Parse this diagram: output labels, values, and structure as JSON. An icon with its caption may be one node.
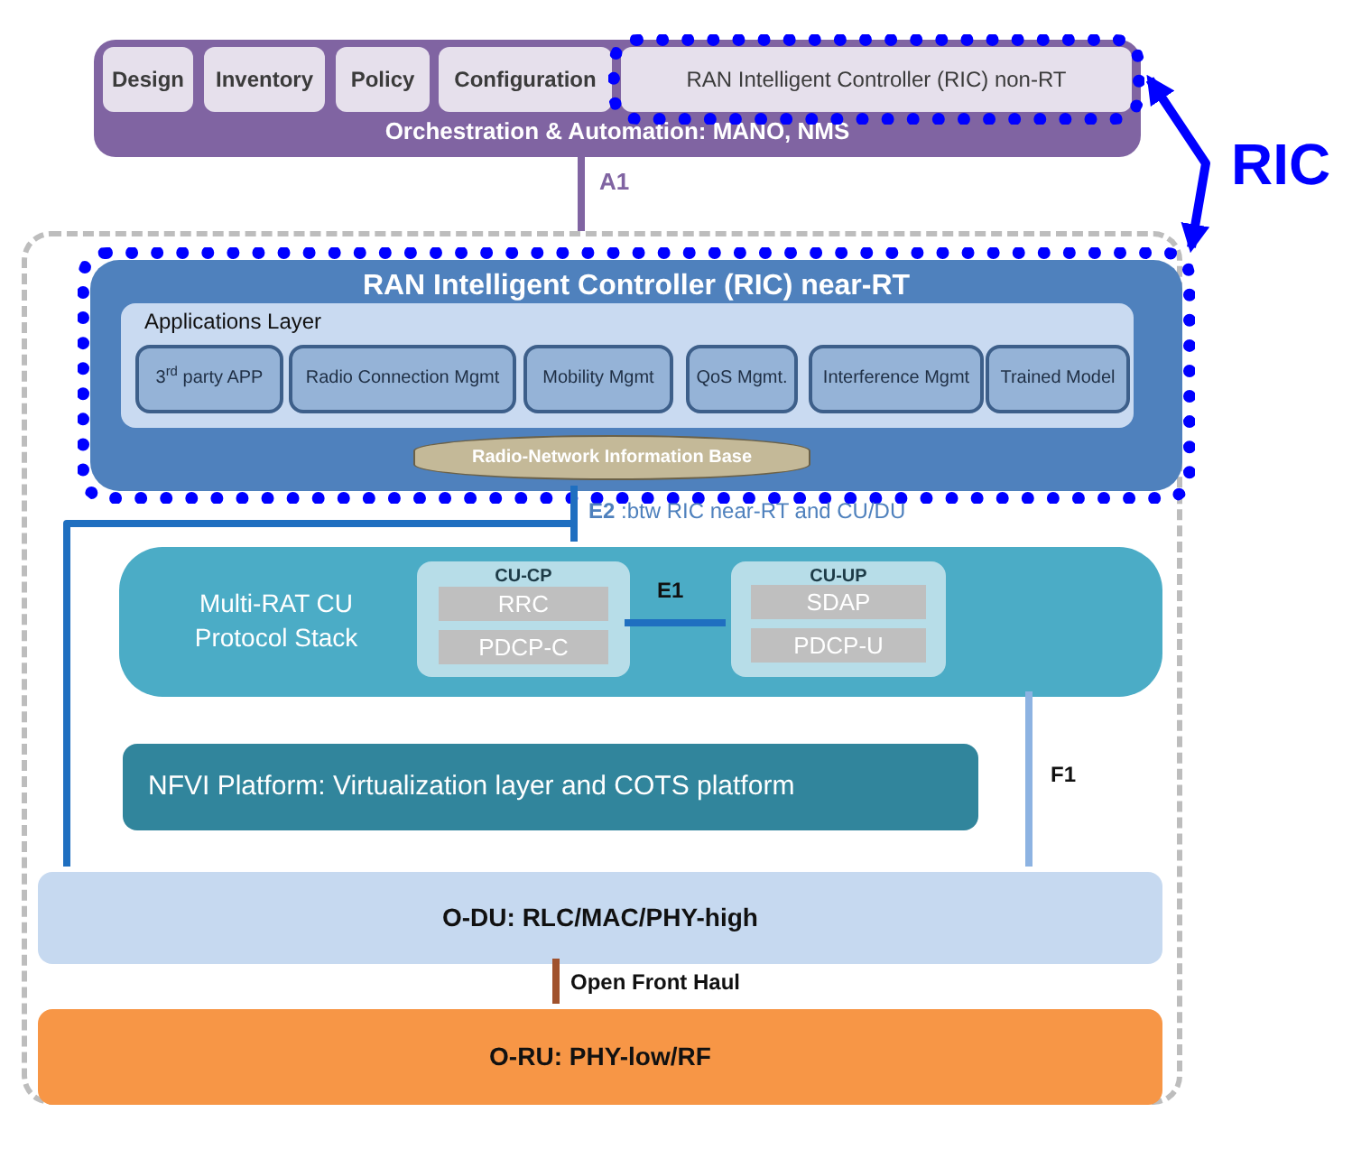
{
  "diagram": {
    "nodes": [
      {
        "text": [
          "Orchestration & Automation: MANO, NMS"
        ]
      },
      {
        "text": [
          "Design"
        ],
        "in": 0
      },
      {
        "text": [
          "Inventory"
        ],
        "in": 0
      },
      {
        "text": [
          "Policy"
        ],
        "in": 0
      },
      {
        "text": [
          "Configuration"
        ],
        "in": 0
      },
      {
        "text": [
          "RAN Intelligent Controller (RIC) non-RT"
        ],
        "in": 0
      },
      {
        "text": [],
        "shape": "box"
      },
      {
        "text": [
          "RAN Intelligent Controller (RIC) near-RT"
        ],
        "in": 6
      },
      {
        "text": [
          "Applications Layer"
        ],
        "in": 7
      },
      {
        "text": [
          "3$^{rd}$ party APP"
        ],
        "in": 8
      },
      {
        "text": [
          "Radio Connection Mgmt"
        ],
        "in": 8
      },
      {
        "text": [
          "Mobility Mgmt"
        ],
        "in": 8
      },
      {
        "text": [
          "QoS Mgmt."
        ],
        "in": 8
      },
      {
        "text": [
          "Interference Mgmt"
        ],
        "in": 8
      },
      {
        "text": [
          "Trained Model"
        ],
        "in": 8
      },
      {
        "text": [
          "Radio-Network Information Base"
        ],
        "in": 7
      },
      {
        "text": [
          "Multi-RAT CU Protocol Stack"
        ],
        "in": 6
      },
      {
        "text": [
          "CU-CP"
        ],
        "in": 16
      },
      {
        "text": [
          "RRC"
        ],
        "in": 17
      },
      {
        "text": [
          "PDCP-C"
        ],
        "in": 17
      },
      {
        "text": [
          "CU-UP"
        ],
        "in": 16
      },
      {
        "text": [
          "SDAP"
        ],
        "in": 20
      },
      {
        "text": [
          "PDCP-U"
        ],
        "in": 20
      },
      {
        "text": [
          "NFVI Platform: Virtualization layer and COTS platform"
        ],
        "in": 6
      },
      {
        "text": [
          "O-DU: RLC/MAC/PHY-high"
        ],
        "in": 6
      },
      {
        "text": [
          "O-RU: PHY-low/RF"
        ],
        "in": 6
      }
    ],
    "edges": [
      {
        "from": 0,
        "to": 6,
        "arrow": "none",
        "label": "A1",
        "color": "#8064a2"
      },
      {
        "from": 7,
        "to": 16,
        "arrow": "none",
        "label": "**E2** :btw RIC near-RT and CU/DU",
        "color": "#1f6fc0"
      },
      {
        "from": 7,
        "to": 24,
        "arrow": "none",
        "color": "#1f6fc0"
      },
      {
        "from": 17,
        "to": 20,
        "arrow": "none",
        "label": "E1",
        "color": "#1f6fc0"
      },
      {
        "from": 16,
        "to": 24,
        "arrow": "none",
        "label": "F1",
        "color": "#8db3e2"
      },
      {
        "from": 24,
        "to": 25,
        "arrow": "none",
        "label": "Open Front Haul",
        "color": "#a0522d"
      },
      {
        "from": 5,
        "to": 7,
        "arrow": "both",
        "label": "RIC",
        "color": "#0000ff"
      }
    ]
  }
}
